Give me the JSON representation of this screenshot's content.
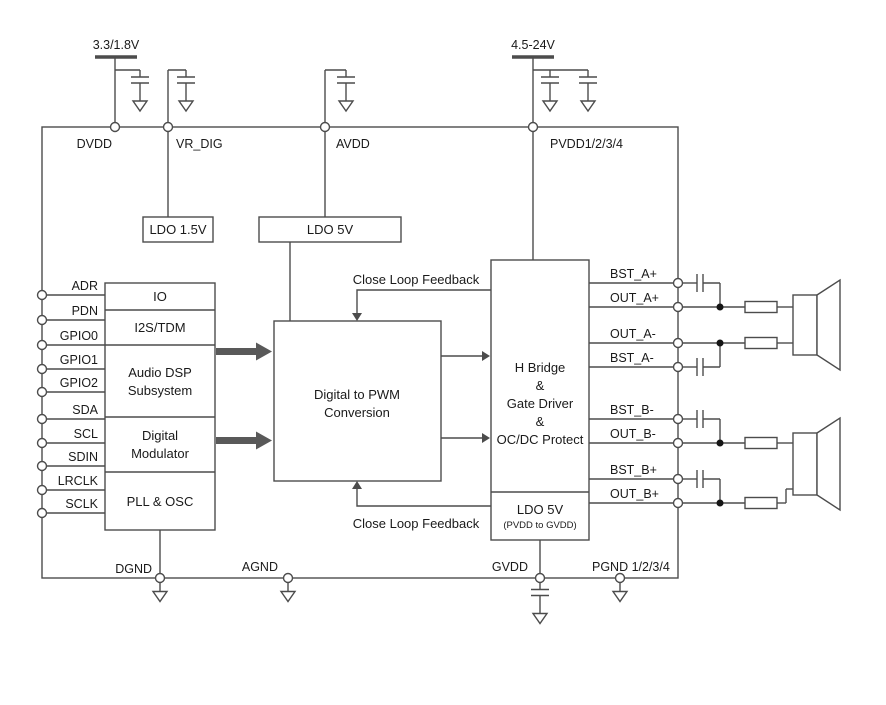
{
  "colors": {
    "line": "#4c4c4c",
    "text": "#1a1a1a",
    "thick_arrow": "#595959",
    "background": "#ffffff"
  },
  "supplies": {
    "left": "3.3/1.8V",
    "right": "4.5-24V"
  },
  "top_pins": {
    "dvdd": "DVDD",
    "vr_dig": "VR_DIG",
    "avdd": "AVDD",
    "pvdd": "PVDD1/2/3/4"
  },
  "ldo_blocks": {
    "ldo_1v5": "LDO 1.5V",
    "ldo_5v": "LDO 5V"
  },
  "left_pins": [
    "ADR",
    "PDN",
    "GPIO0",
    "GPIO1",
    "GPIO2",
    "SDA",
    "SCL",
    "SDIN",
    "LRCLK",
    "SCLK"
  ],
  "digital_block": {
    "io": "IO",
    "i2s_tdm": "I2S/TDM",
    "dsp_line1": "Audio DSP",
    "dsp_line2": "Subsystem",
    "mod_line1": "Digital",
    "mod_line2": "Modulator",
    "pll": "PLL & OSC"
  },
  "pwm_block": {
    "line1": "Digital to PWM",
    "line2": "Conversion"
  },
  "hbridge_block": {
    "line1": "H Bridge",
    "line2": "&",
    "line3": "Gate Driver",
    "line4": "&",
    "line5": "OC/DC Protect",
    "ldo": "LDO 5V",
    "ldo_sub": "(PVDD to GVDD)"
  },
  "feedback": {
    "top": "Close Loop Feedback",
    "bottom": "Close Loop Feedback"
  },
  "right_pins": [
    "BST_A+",
    "OUT_A+",
    "OUT_A-",
    "BST_A-",
    "BST_B-",
    "OUT_B-",
    "BST_B+",
    "OUT_B+"
  ],
  "bottom_pins": {
    "dgnd": "DGND",
    "agnd": "AGND",
    "gvdd": "GVDD",
    "pgnd": "PGND 1/2/3/4"
  },
  "symbols": {
    "ground": "ground-symbol",
    "capacitor": "capacitor-symbol",
    "resistor": "resistor-symbol",
    "speaker": "speaker-symbol",
    "pin": "pin-circle"
  }
}
